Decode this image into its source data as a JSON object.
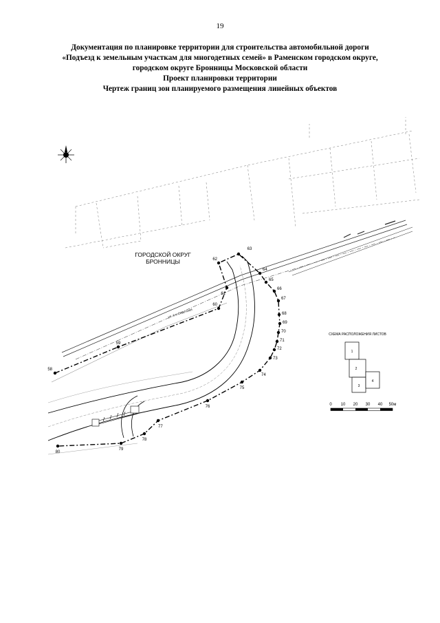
{
  "page": {
    "number": "19"
  },
  "title": {
    "line1": "Документация по планировке территории для строительства автомобильной дороги",
    "line2": "«Подъезд к земельным участкам для многодетных семей» в Раменском городском округе,",
    "line3": "городском округе Бронницы Московской области",
    "line4": "Проект планировки территории",
    "line5": "Чертеж границ зон планируемого размещения линейных объектов"
  },
  "map": {
    "area_label_line1": "ГОРОДСКОЙ ОКРУГ",
    "area_label_line2": "БРОННИЦЫ",
    "street_label": "ул. 1-я Советская",
    "boundary_points": [
      {
        "label": "58"
      },
      {
        "label": "59"
      },
      {
        "label": "60"
      },
      {
        "label": "61"
      },
      {
        "label": "62"
      },
      {
        "label": "63"
      },
      {
        "label": "64"
      },
      {
        "label": "65"
      },
      {
        "label": "66"
      },
      {
        "label": "67"
      },
      {
        "label": "68"
      },
      {
        "label": "69"
      },
      {
        "label": "70"
      },
      {
        "label": "71"
      },
      {
        "label": "72"
      },
      {
        "label": "73"
      },
      {
        "label": "74"
      },
      {
        "label": "75"
      },
      {
        "label": "76"
      },
      {
        "label": "77"
      },
      {
        "label": "78"
      },
      {
        "label": "79"
      },
      {
        "label": "80"
      }
    ]
  },
  "sheet_scheme": {
    "title": "СХЕМА РАСПОЛОЖЕНИЯ ЛИСТОВ",
    "sheets": [
      "1",
      "2",
      "3",
      "4"
    ]
  },
  "scale_bar": {
    "ticks": [
      "0",
      "10",
      "20",
      "30",
      "40"
    ],
    "end_label": "50м"
  }
}
